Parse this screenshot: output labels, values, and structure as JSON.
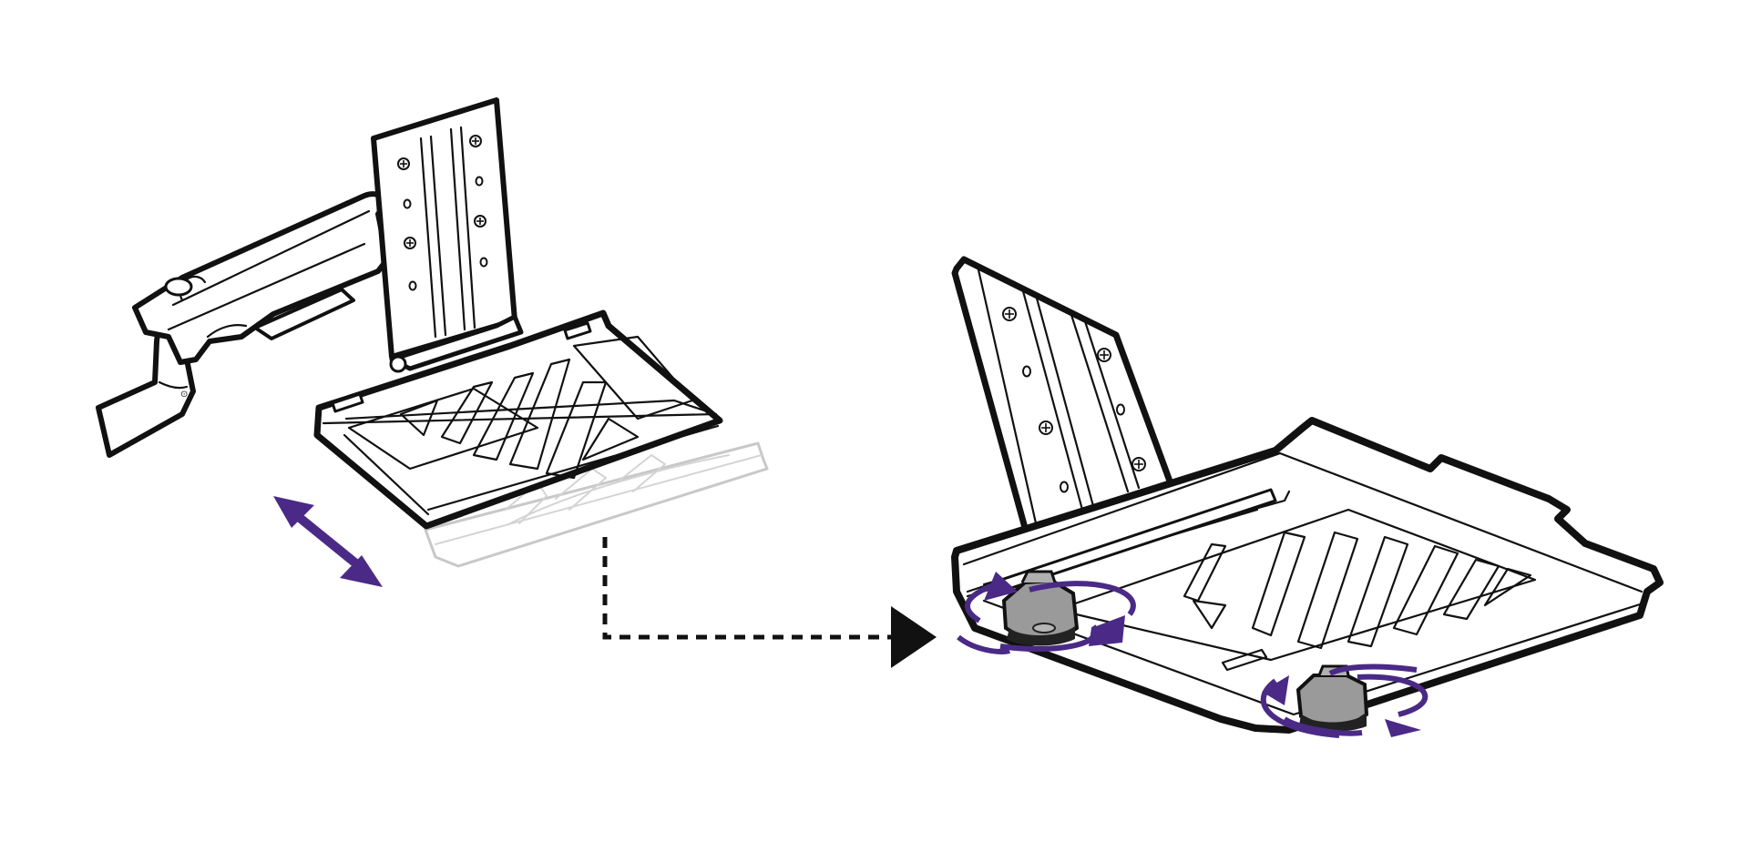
{
  "figure": {
    "type": "assembly-instruction-illustration",
    "panels": [
      {
        "id": "left",
        "icon": "keyboard-tray-arm-icon"
      },
      {
        "id": "right",
        "icon": "keyboard-tray-underside-icon"
      }
    ],
    "indicators": {
      "slide_arrow_icon": "double-headed-arrow-icon",
      "transition_arrow_icon": "dashed-arrow-right-icon",
      "rotate_icon": "rotate-arrows-icon",
      "knob_icon": "locking-knob-icon"
    },
    "colors": {
      "line": "#111111",
      "accent": "#4a2a86",
      "ghost": "#c8c8c8",
      "knob_fill": "#9a9a9a",
      "background": "#ffffff"
    }
  }
}
